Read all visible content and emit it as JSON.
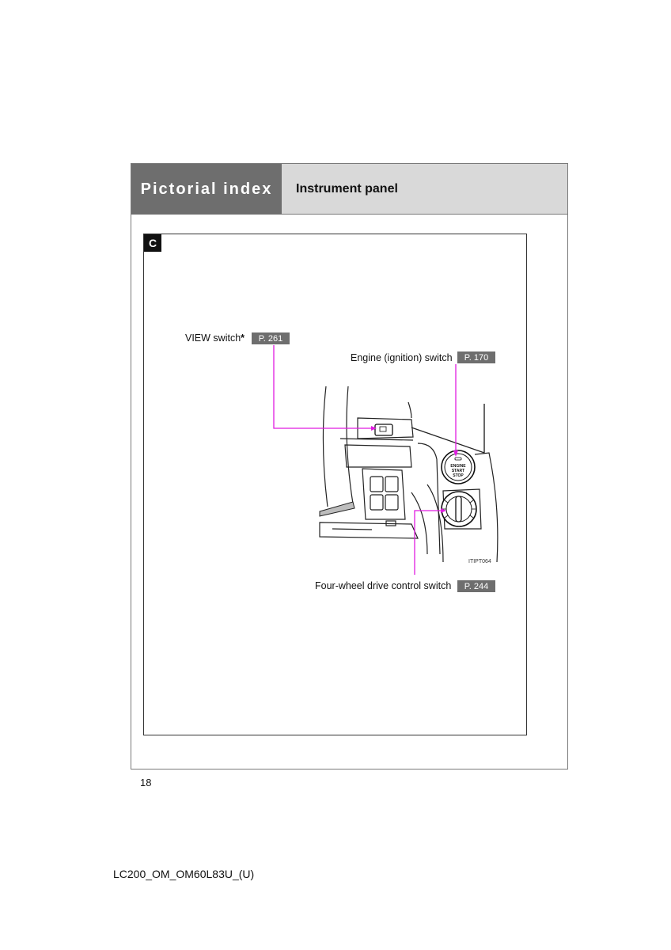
{
  "header": {
    "section": "Pictorial index",
    "title": "Instrument panel"
  },
  "section_badge": "C",
  "callouts": [
    {
      "label": "VIEW switch",
      "marker": "*",
      "ref": "P. 261"
    },
    {
      "label": "Engine (ignition) switch",
      "ref": "P. 170"
    },
    {
      "label": "Four-wheel drive control switch",
      "ref": "P. 244"
    }
  ],
  "illustration": {
    "code": "ITIPT064",
    "button_text": [
      "ENGINE",
      "START",
      "STOP"
    ]
  },
  "colors": {
    "header_dark": "#6e6e6e",
    "header_light": "#d9d9d9",
    "leader_line": "#e01ce0"
  },
  "footer": {
    "page_number": "18",
    "doc_id": "LC200_OM_OM60L83U_(U)"
  }
}
